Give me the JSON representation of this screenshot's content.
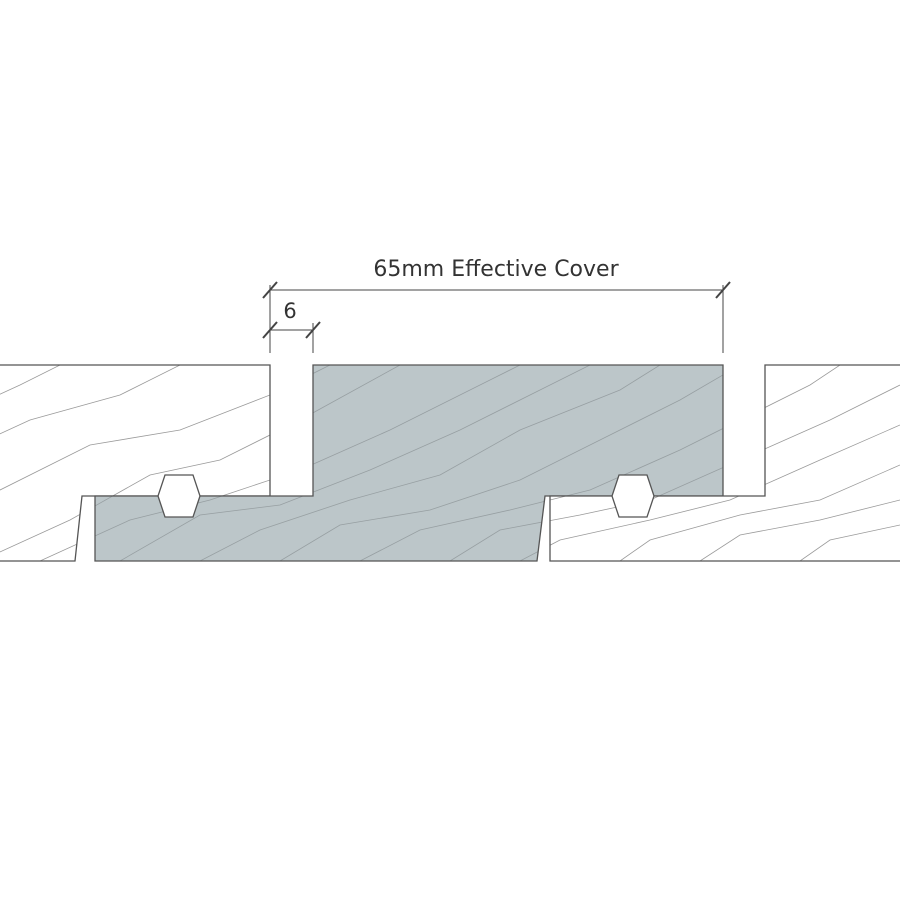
{
  "diagram": {
    "title": "65mm Effective Cover",
    "gap_label": "6",
    "colors": {
      "highlight_board": "#bcc6c9",
      "adjacent_board": "#ffffff",
      "outline": "#555555",
      "grain": "#9a9a9a",
      "dimension_line": "#444444"
    },
    "elements": [
      {
        "name": "left-board",
        "type": "board-profile",
        "highlighted": false
      },
      {
        "name": "center-board",
        "type": "board-profile",
        "highlighted": true
      },
      {
        "name": "right-board",
        "type": "board-profile",
        "highlighted": false
      },
      {
        "name": "left-fastener",
        "type": "hex-fastener"
      },
      {
        "name": "right-fastener",
        "type": "hex-fastener"
      }
    ]
  }
}
